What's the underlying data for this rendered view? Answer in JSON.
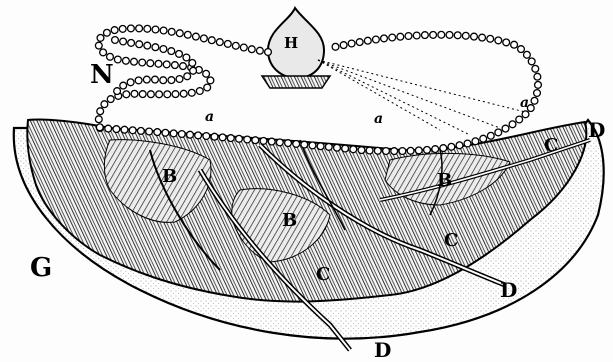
{
  "figure": {
    "labels": {
      "h": "H",
      "n": "N",
      "g": "G",
      "a1": "a",
      "a2": "a",
      "a3": "a",
      "b1": "B",
      "b2": "B",
      "b3": "B",
      "c1": "C",
      "c2": "C",
      "c3": "C",
      "d1": "D",
      "d2": "D",
      "d3": "D"
    },
    "colors": {
      "ink": "#000000",
      "paper": "#fdfdfd",
      "stipple": "#9a9a9a",
      "bead": "#ffffff"
    }
  }
}
